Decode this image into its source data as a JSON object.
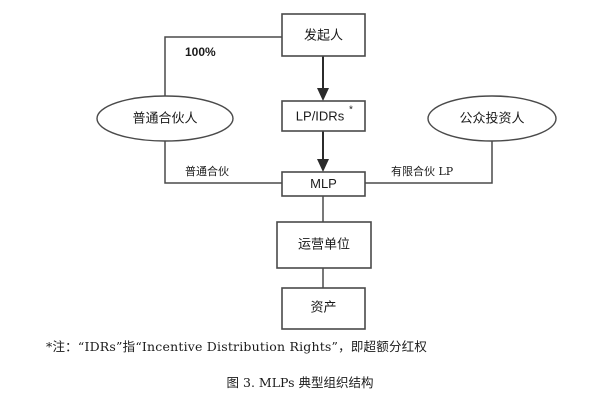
{
  "figure": {
    "caption": "图 3. MLPs 典型组织结构",
    "footnote": "*注：“IDRs”指“Incentive Distribution Rights”，即超额分红权"
  },
  "diagram": {
    "type": "flowchart",
    "nodes": [
      {
        "id": "sponsor",
        "label": "发起人",
        "shape": "rectangle",
        "lang": "cn"
      },
      {
        "id": "general_partner",
        "label": "普通合伙人",
        "shape": "ellipse",
        "lang": "cn"
      },
      {
        "id": "lp_idrs",
        "label": "LP/IDRs",
        "superscript": "*",
        "shape": "rectangle",
        "lang": "en"
      },
      {
        "id": "public_investors",
        "label": "公众投资人",
        "shape": "ellipse",
        "lang": "cn"
      },
      {
        "id": "mlp",
        "label": "MLP",
        "shape": "rectangle",
        "lang": "en"
      },
      {
        "id": "operating_unit",
        "label": "运营单位",
        "shape": "rectangle",
        "lang": "cn"
      },
      {
        "id": "assets",
        "label": "资产",
        "shape": "rectangle",
        "lang": "cn"
      }
    ],
    "edges": [
      {
        "id": "sponsor-to-gp",
        "from": "sponsor",
        "to": "general_partner",
        "label": "100%",
        "arrow": false
      },
      {
        "id": "sponsor-to-lpidrs",
        "from": "sponsor",
        "to": "lp_idrs",
        "label": "",
        "arrow": true
      },
      {
        "id": "lpidrs-to-mlp",
        "from": "lp_idrs",
        "to": "mlp",
        "label": "",
        "arrow": true
      },
      {
        "id": "gp-to-mlp",
        "from": "general_partner",
        "to": "mlp",
        "label": "普通合伙",
        "arrow": false
      },
      {
        "id": "investors-to-mlp",
        "from": "public_investors",
        "to": "mlp",
        "label": "有限合伙 LP",
        "arrow": false
      },
      {
        "id": "mlp-to-operating",
        "from": "mlp",
        "to": "operating_unit",
        "label": "",
        "arrow": false
      },
      {
        "id": "operating-to-assets",
        "from": "operating_unit",
        "to": "assets",
        "label": "",
        "arrow": false
      }
    ],
    "colors": {
      "background": "#ffffff",
      "shape_stroke": "#4a4a4a",
      "connector_stroke": "#4a4a4a",
      "arrow_fill": "#2b2b2b",
      "text": "#1a1a1a"
    }
  }
}
